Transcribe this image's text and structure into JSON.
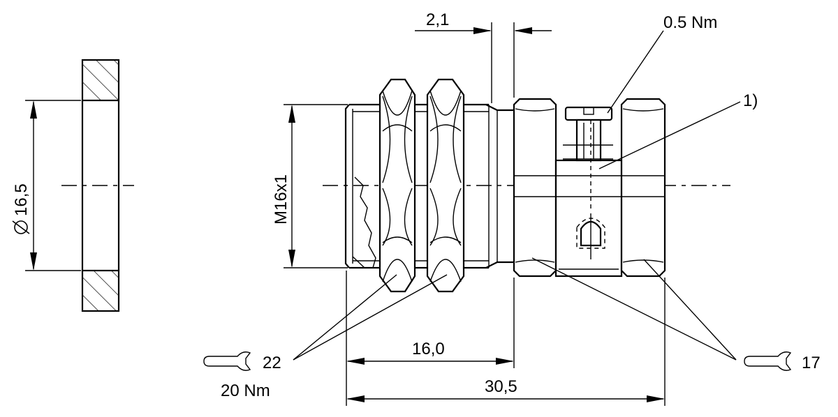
{
  "dimensions": {
    "gap": "2,1",
    "torque_screw": "0.5 Nm",
    "note": "1)",
    "thread": "M16x1",
    "diameter": "16,5",
    "length_thread": "16,0",
    "length_total": "30,5"
  },
  "wrenches": {
    "left": {
      "size": "22",
      "torque": "20 Nm",
      "icon": "wrench-icon"
    },
    "right": {
      "size": "17",
      "icon": "wrench-icon"
    }
  }
}
